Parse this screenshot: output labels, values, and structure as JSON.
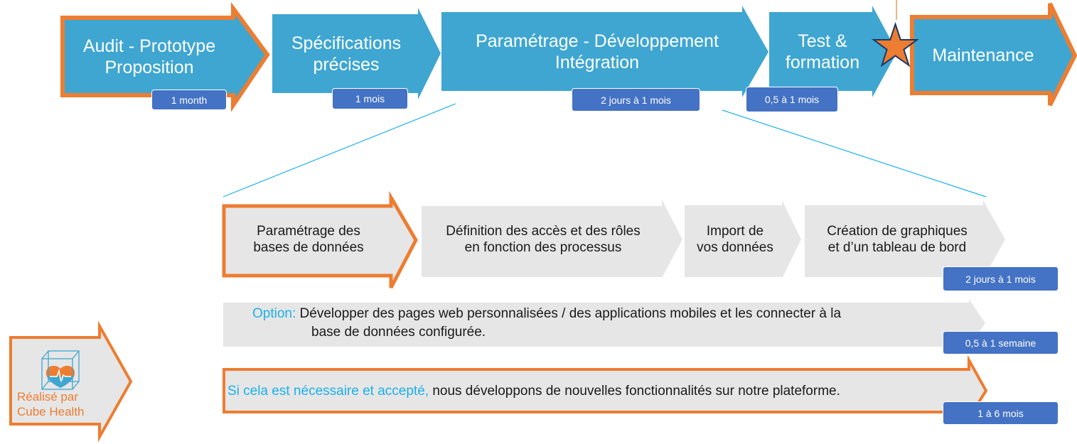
{
  "colors": {
    "phase_blue": "#3ea6d1",
    "highlight_orange": "#ed7d31",
    "sub_gray": "#e6e6e6",
    "pill_blue": "#4472c4",
    "connector_cyan": "#1ab0e8",
    "accent_text_cyan": "#1ab0e8"
  },
  "top_phases": [
    {
      "label": "Audit - Prototype Proposition",
      "line1": "Audit - Prototype",
      "line2": "Proposition",
      "duration": "1 month",
      "highlighted": true
    },
    {
      "label": "Spécifications précises",
      "line1": "Spécifications",
      "line2": "précises",
      "duration": "1 mois",
      "highlighted": false
    },
    {
      "label": "Paramétrage - Développement Intégration",
      "line1": "Paramétrage - Développement",
      "line2": "Intégration",
      "duration": "2 jours à 1 mois",
      "highlighted": false
    },
    {
      "label": "Test & formation",
      "line1": "Test &",
      "line2": "formation",
      "duration": "0,5 à 1 mois",
      "highlighted": false
    },
    {
      "label": "Maintenance",
      "line1": "Maintenance",
      "line2": "",
      "duration": "",
      "highlighted": true
    }
  ],
  "milestone": {
    "icon": "star-icon"
  },
  "sub_steps": [
    {
      "line1": "Paramétrage des",
      "line2": "bases de données",
      "highlighted": true
    },
    {
      "line1": "Définition des accès et des rôles",
      "line2": "en fonction des processus",
      "highlighted": false
    },
    {
      "line1": "Import de",
      "line2": "vos données",
      "highlighted": false
    },
    {
      "line1": "Création de graphiques",
      "line2": "et d’un tableau de bord",
      "highlighted": false
    }
  ],
  "sub_steps_duration": "2 jours à 1 mois",
  "option_row": {
    "prefix": "Option:",
    "line1": "Développer des pages web personnalisées / des applications mobiles et les connecter à la",
    "line2": "base de données configurée.",
    "duration": "0,5 à 1 semaine"
  },
  "custom_row": {
    "prefix": "Si cela est nécessaire et accepté,",
    "text": " nous développons de nouvelles fonctionnalités sur notre plateforme.",
    "duration": "1 à 6 mois"
  },
  "credit": {
    "line1": "Réalisé par",
    "line2": "Cube Health",
    "logo_icon": "cube-heart-icon"
  }
}
